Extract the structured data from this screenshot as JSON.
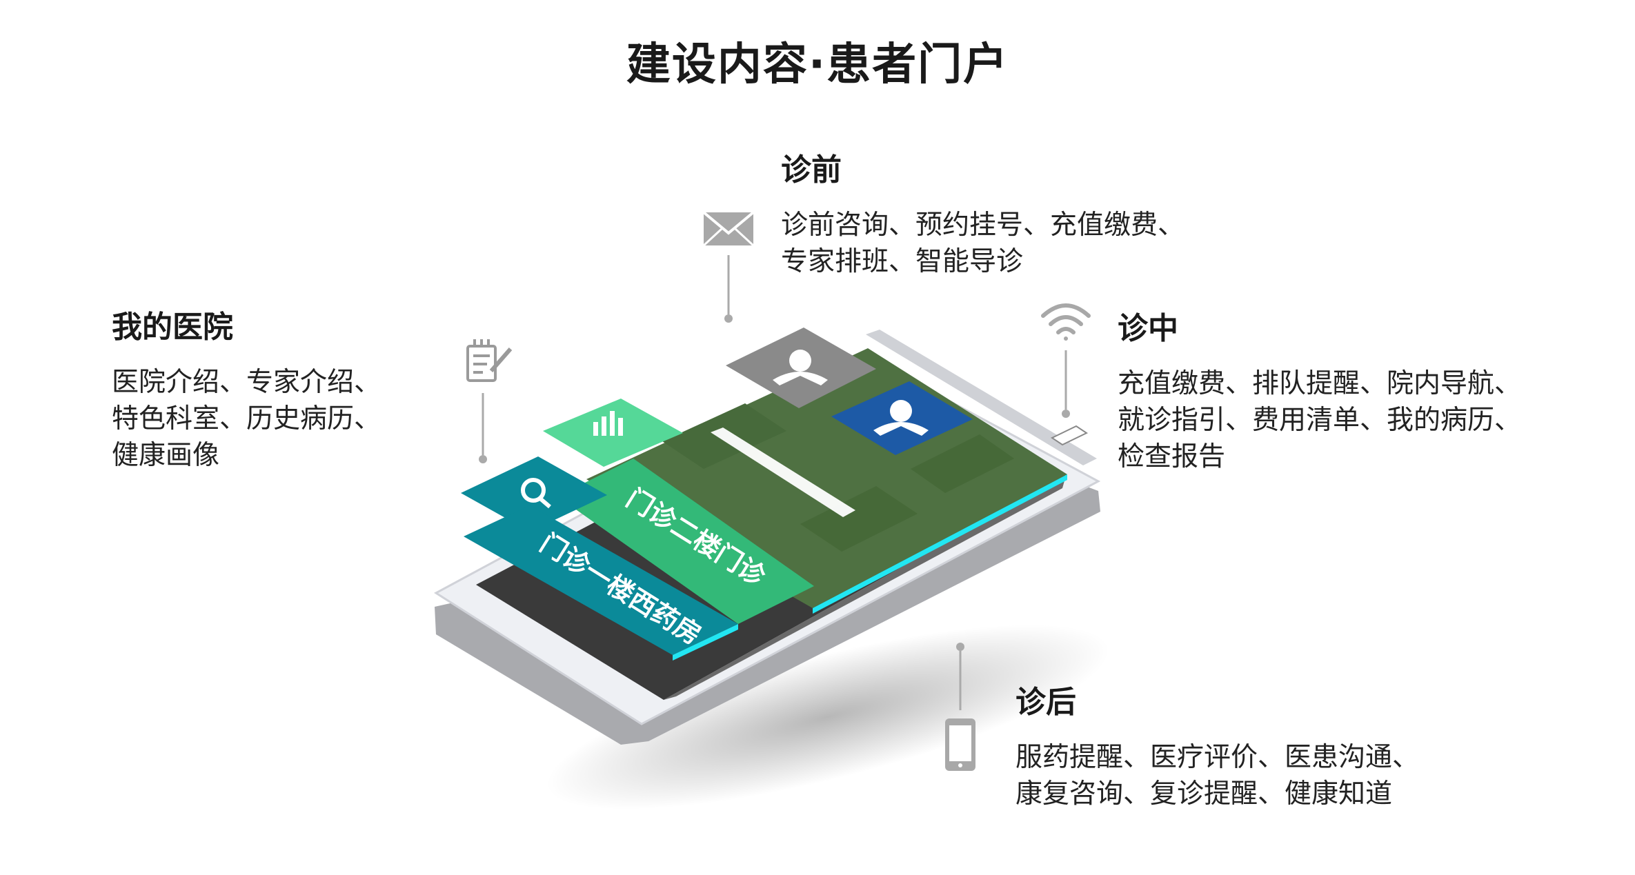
{
  "title": "建设内容·患者门户",
  "sections": {
    "hospital": {
      "heading": "我的医院",
      "lines": [
        "医院介绍、专家介绍、",
        "特色科室、历史病历、",
        "健康画像"
      ],
      "icon": "notepad-icon"
    },
    "pre": {
      "heading": "诊前",
      "lines": [
        "诊前咨询、预约挂号、充值缴费、",
        "专家排班、智能导诊"
      ],
      "icon": "envelope-icon"
    },
    "during": {
      "heading": "诊中",
      "lines": [
        "充值缴费、排队提醒、院内导航、",
        "就诊指引、费用清单、我的病历、",
        "检查报告"
      ],
      "icon": "wifi-icon"
    },
    "post": {
      "heading": "诊后",
      "lines": [
        "服药提醒、医疗评价、医患沟通、",
        "康复咨询、复诊提醒、健康知道"
      ],
      "icon": "mobile-phone-icon"
    }
  },
  "phone": {
    "tile_upper": "门诊二楼门诊",
    "tile_lower": "门诊一楼西药房",
    "colors": {
      "screen": "#4f7142",
      "tile_green": "#33b978",
      "tile_teal": "#0b8a99",
      "tile_light_green": "#55d898",
      "avatar_blue": "#1d5aa6",
      "avatar_gray": "#8a8a8a",
      "accent_cyan": "#22e6f2"
    }
  }
}
